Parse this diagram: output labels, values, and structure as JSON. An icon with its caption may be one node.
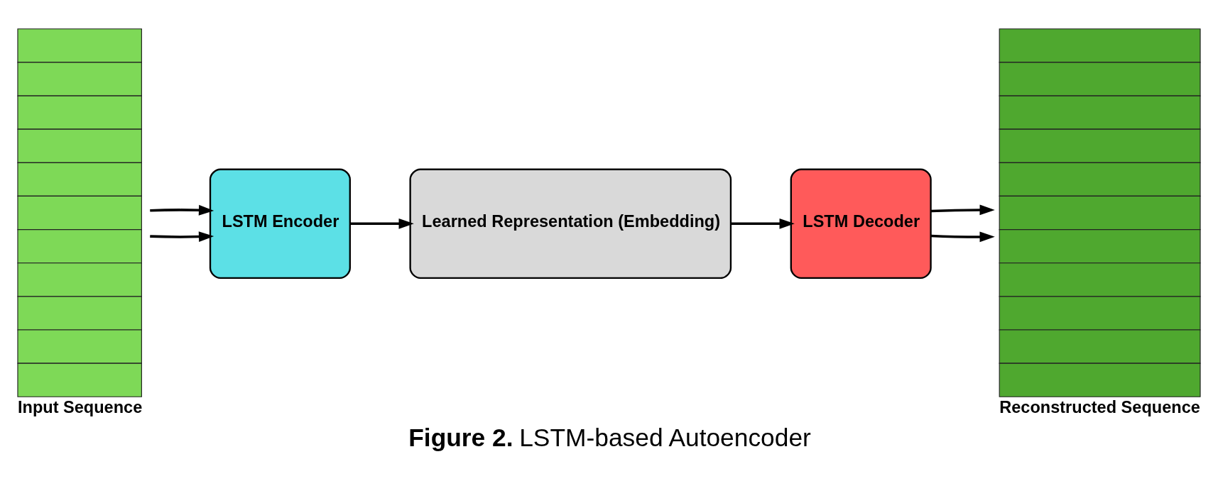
{
  "diagram": {
    "caption": "**Figure 2.** LSTM-based Autoencoder",
    "nodes": [
      {
        "text": [],
        "shape": "picture",
        "beside": [
          "Input Sequence"
        ]
      },
      {
        "text": [
          "LSTM Encoder"
        ]
      },
      {
        "text": [
          "Learned Representation (Embedding)"
        ]
      },
      {
        "text": [
          "LSTM Decoder"
        ]
      },
      {
        "text": [],
        "shape": "picture",
        "beside": [
          "Reconstructed Sequence"
        ]
      }
    ],
    "edges": [
      {
        "from": 0,
        "to": 1,
        "arrow": "to"
      },
      {
        "from": 0,
        "to": 1,
        "arrow": "to"
      },
      {
        "from": 1,
        "to": 2,
        "arrow": "to"
      },
      {
        "from": 2,
        "to": 3,
        "arrow": "to"
      },
      {
        "from": 3,
        "to": 4,
        "arrow": "to"
      },
      {
        "from": 3,
        "to": 4,
        "arrow": "to"
      }
    ]
  }
}
